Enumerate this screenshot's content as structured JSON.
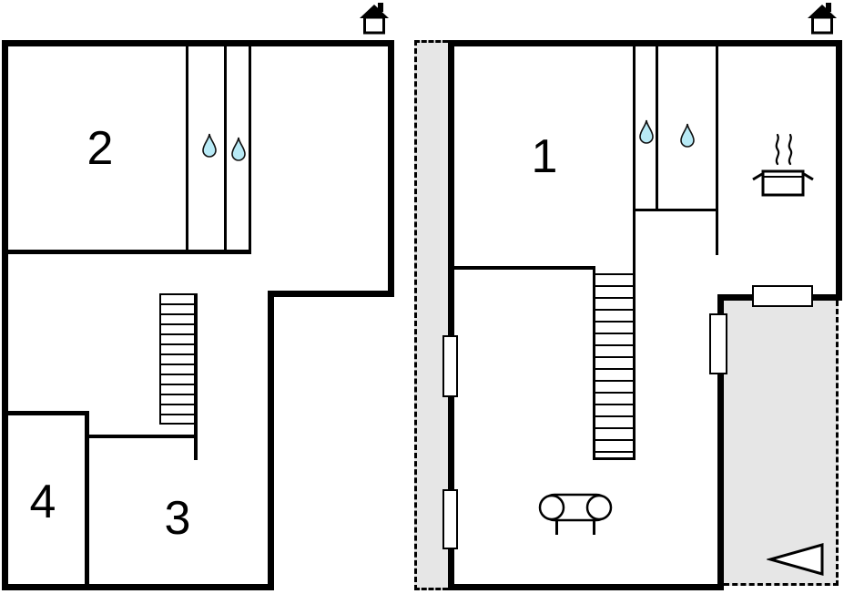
{
  "document": {
    "type": "floor-plan",
    "panels": 2
  },
  "colors": {
    "wall": "#000000",
    "background": "#ffffff",
    "terrace_fill": "#e6e6e6",
    "water_drop_fill": "#b8eaf6"
  },
  "plans": [
    {
      "name": "left-floor-plan",
      "rooms": [
        {
          "label": "2"
        },
        {
          "label": "4"
        },
        {
          "label": "3"
        }
      ],
      "features": [
        "staircase",
        "two-water-taps",
        "house-entrance-icon"
      ]
    },
    {
      "name": "right-floor-plan",
      "rooms": [
        {
          "label": "1"
        }
      ],
      "features": [
        "staircase",
        "two-water-taps",
        "stove",
        "sofa",
        "left-terrace",
        "bottom-right-terrace",
        "house-entrance-icon",
        "direction-arrow",
        "windows"
      ]
    }
  ],
  "icons": [
    {
      "name": "house-icon",
      "shape": "house-with-chimney"
    },
    {
      "name": "water-drop-icon",
      "shape": "teardrop"
    },
    {
      "name": "stove-icon",
      "shape": "pot-with-steam"
    },
    {
      "name": "sofa-icon",
      "shape": "sofa-top-view"
    },
    {
      "name": "direction-arrow-icon",
      "shape": "left-pointing-triangle"
    },
    {
      "name": "staircase",
      "shape": "hatched-treads"
    }
  ]
}
